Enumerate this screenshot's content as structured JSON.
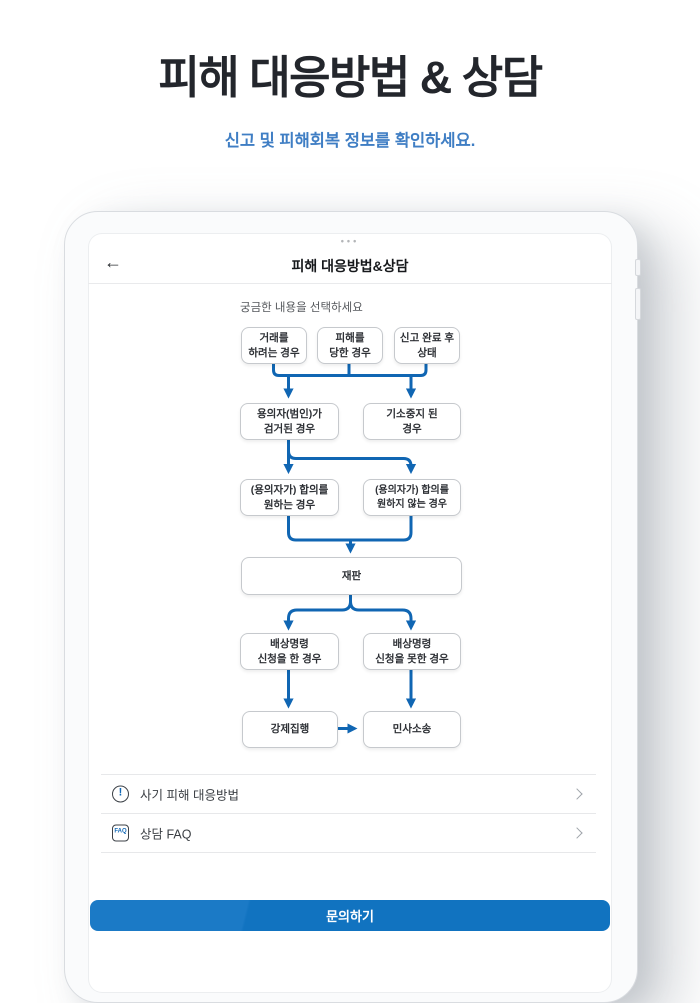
{
  "hero": {
    "title": "피해 대응방법 & 상담",
    "subtitle": "신고 및 피해회복 정보를 확인하세요."
  },
  "app": {
    "dots_icon": "•••",
    "header": {
      "back_icon": "←",
      "title": "피해 대응방법&상담"
    },
    "prompt": "궁금한 내용을 선택하세요",
    "flow": {
      "r1a": "거래를\n하려는 경우",
      "r1b": "피해를\n당한 경우",
      "r1c": "신고 완료 후\n상태",
      "r2a": "용의자(범인)가\n검거된 경우",
      "r2b": "기소중지 된\n경우",
      "r3a": "(용의자가) 합의를\n원하는 경우",
      "r3b": "(용의자가) 합의를\n원하지 않는 경우",
      "r4": "재판",
      "r5a": "배상명령\n신청을 한 경우",
      "r5b": "배상명령\n신청을 못한 경우",
      "r6a": "강제집행",
      "r6b": "민사소송"
    },
    "links": [
      {
        "icon": "alert-circle-icon",
        "icon_glyph": "!",
        "label": "사기 피해 대응방법"
      },
      {
        "icon": "faq-icon",
        "icon_glyph": "FAQ",
        "label": "상담 FAQ"
      }
    ],
    "cta_label": "문의하기"
  },
  "colors": {
    "flow_line": "#1066b3",
    "cta_blue": "#1173c0",
    "subtitle_blue": "#3f7ec4"
  }
}
